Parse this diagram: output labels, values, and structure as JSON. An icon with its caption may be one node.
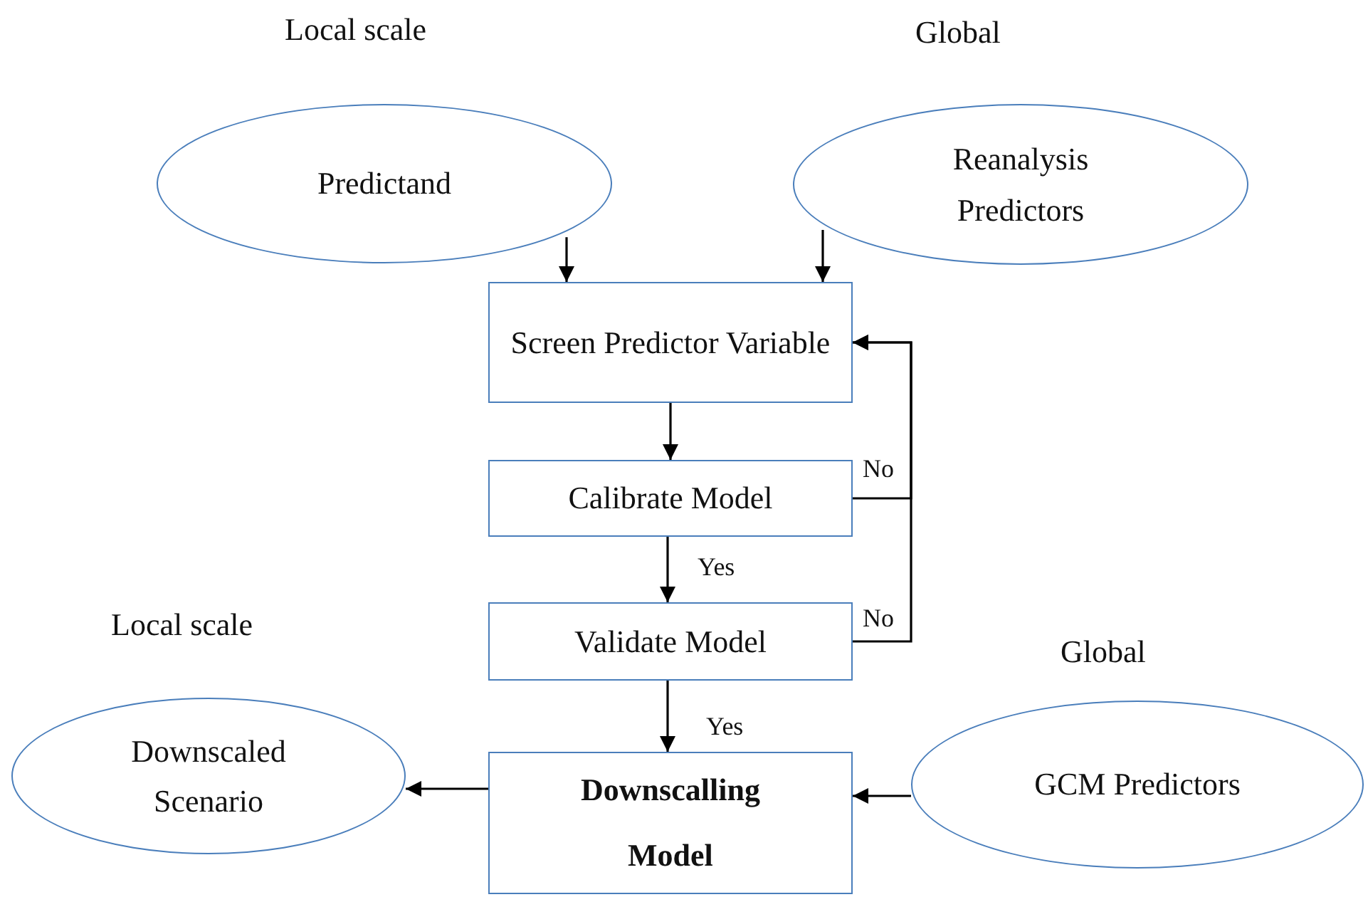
{
  "diagram": {
    "nodes": [
      {
        "text": [
          "Predictand"
        ],
        "beside": [
          "Local scale"
        ]
      },
      {
        "text": [
          "Reanalysis Predictors"
        ],
        "beside": [
          "Global"
        ]
      },
      {
        "text": [
          "Screen Predictor Variable"
        ]
      },
      {
        "text": [
          "Calibrate Model"
        ]
      },
      {
        "text": [
          "Validate Model"
        ]
      },
      {
        "text": [
          "Downscalling Model"
        ]
      },
      {
        "text": [
          "Downscaled Scenario"
        ],
        "beside": [
          "Local scale"
        ]
      },
      {
        "text": [
          "GCM Predictors"
        ],
        "beside": [
          "Global"
        ]
      }
    ],
    "edges": [
      {
        "from": 0,
        "to": 2,
        "arrow": "to"
      },
      {
        "from": 1,
        "to": 2,
        "arrow": "to"
      },
      {
        "from": 2,
        "to": 3,
        "arrow": "to"
      },
      {
        "from": 3,
        "to": 4,
        "arrow": "to",
        "label": "Yes"
      },
      {
        "from": 4,
        "to": 5,
        "arrow": "to",
        "label": "Yes"
      },
      {
        "from": 3,
        "to": 2,
        "arrow": "to",
        "label": "No"
      },
      {
        "from": 4,
        "to": 2,
        "arrow": "to",
        "label": "No"
      },
      {
        "from": 5,
        "to": 6,
        "arrow": "to"
      },
      {
        "from": 7,
        "to": 5,
        "arrow": "to"
      }
    ]
  }
}
